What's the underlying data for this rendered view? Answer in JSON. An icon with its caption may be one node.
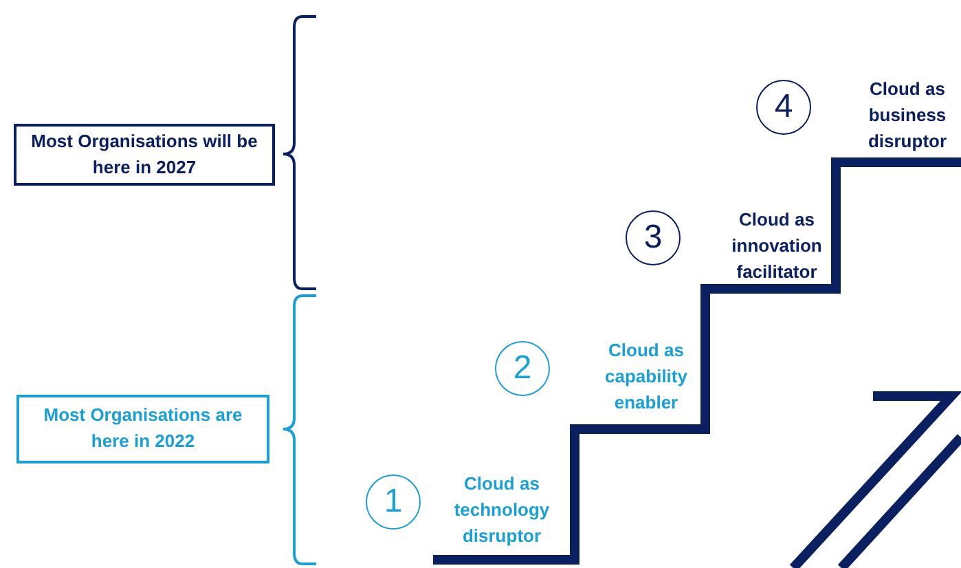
{
  "diagram": {
    "nodes": [
      {
        "text": [
          "Most Organisations will be here in 2027"
        ]
      },
      {
        "text": [
          "Most Organisations are here in 2022"
        ]
      },
      {
        "text": [
          "1"
        ],
        "beside": [
          "Cloud as technology disruptor"
        ]
      },
      {
        "text": [
          "2"
        ],
        "beside": [
          "Cloud as capability enabler"
        ]
      },
      {
        "text": [
          "3"
        ],
        "beside": [
          "Cloud as innovation facilitator"
        ]
      },
      {
        "text": [
          "4"
        ],
        "beside": [
          "Cloud as business disruptor"
        ]
      }
    ]
  }
}
